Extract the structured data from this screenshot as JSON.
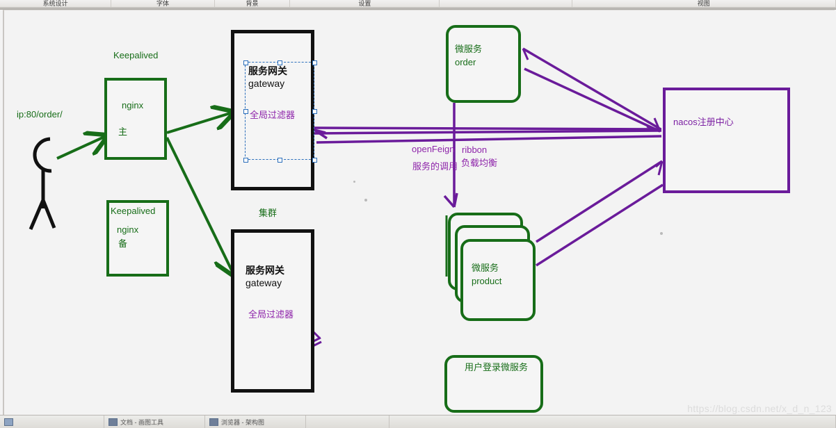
{
  "window": {
    "toolbar_cells": [
      "系统设计",
      "字体",
      "背景",
      "设置",
      "",
      "视图"
    ],
    "taskbar_cells": [
      "",
      "文档 - 画图工具",
      "浏览器 - 架构图",
      "",
      ""
    ]
  },
  "diagram": {
    "title_watermark": "https://blog.csdn.net/x_d_n_123",
    "colors": {
      "green": "#176d18",
      "purple": "#6a1b9a",
      "purple_text": "#8e24aa",
      "black": "#111111",
      "selection_blue": "#2a6ebb",
      "canvas": "#f3f3f3"
    },
    "labels": {
      "entry_url": "ip:80/order/",
      "keepalived_primary": "Keepalived",
      "keepalived_backup": "Keepalived",
      "cluster": "集群",
      "openfeign_en": "openFeign",
      "openfeign_cn": "服务的调用",
      "ribbon_en": "ribbon",
      "ribbon_cn": "负载均衡"
    },
    "nodes": {
      "nginx_primary": {
        "line1": "nginx",
        "line2": "主"
      },
      "nginx_backup": {
        "line1": "nginx",
        "line2": "备"
      },
      "gateway_top": {
        "line1": "服务网关",
        "line2": "gateway",
        "line3": "全局过滤器"
      },
      "gateway_bottom": {
        "line1": "服务网关",
        "line2": "gateway",
        "line3": "全局过滤器"
      },
      "ms_order": {
        "line1": "微服务",
        "line2": "order"
      },
      "ms_product": {
        "line1": "微服务",
        "line2": "product"
      },
      "ms_login": {
        "line1": "用户登录微服务"
      },
      "nacos": {
        "line1": "nacos注册中心"
      }
    }
  }
}
